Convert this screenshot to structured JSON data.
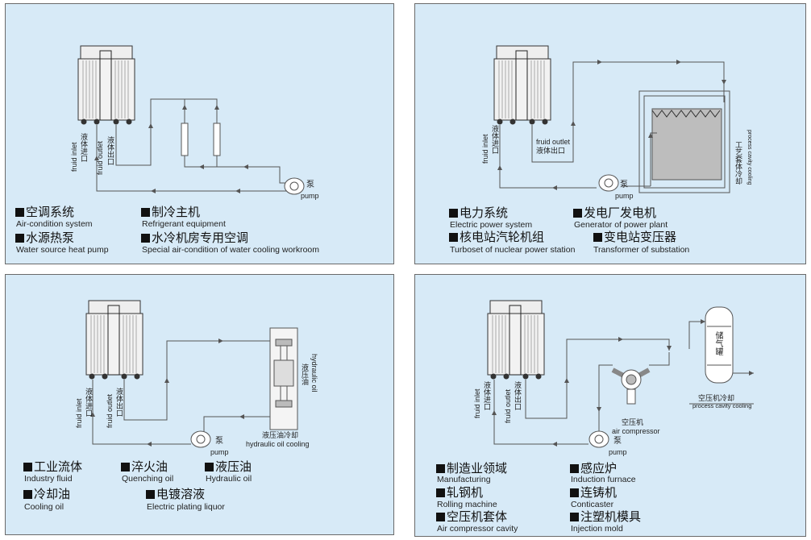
{
  "panels": [
    {
      "labels": [
        {
          "zh": "空调系统",
          "en": "Air-condition system"
        },
        {
          "zh": "制冷主机",
          "en": "Refrigerant equipment"
        },
        {
          "zh": "水源热泵",
          "en": "Water source heat pump"
        },
        {
          "zh": "水冷机房专用空调",
          "en": "Special air-condition of water cooling workroom"
        }
      ],
      "annotations": {
        "inlet_en": "fruid inlet",
        "inlet_zh": "液体进口",
        "outlet_en": "fruid outlet",
        "outlet_zh": "液体出口",
        "pump_zh": "泵",
        "pump_en": "pump"
      }
    },
    {
      "labels": [
        {
          "zh": "电力系统",
          "en": "Electric power system"
        },
        {
          "zh": "发电厂发电机",
          "en": "Generator of power plant"
        },
        {
          "zh": "核电站汽轮机组",
          "en": "Turboset of nuclear power station"
        },
        {
          "zh": "变电站变压器",
          "en": "Transformer of substation"
        }
      ],
      "annotations": {
        "inlet_en": "fruid inlet",
        "inlet_zh": "液体进口",
        "outlet_en": "fruid outlet",
        "outlet_zh": "液体出口",
        "pump_zh": "泵",
        "pump_en": "pump",
        "process_zh": "工艺套体冷却",
        "process_en": "process cavity cooling"
      }
    },
    {
      "labels": [
        {
          "zh": "工业流体",
          "en": "Industry fluid"
        },
        {
          "zh": "淬火油",
          "en": "Quenching oil"
        },
        {
          "zh": "液压油",
          "en": "Hydraulic oil"
        },
        {
          "zh": "冷却油",
          "en": "Cooling oil"
        },
        {
          "zh": "电镀溶液",
          "en": "Electric plating  liquor"
        }
      ],
      "annotations": {
        "inlet_en": "fruid inlet",
        "inlet_zh": "液体进口",
        "outlet_en": "fruid outlet",
        "outlet_zh": "液体出口",
        "pump_zh": "泵",
        "pump_en": "pump",
        "hyd_zh": "液压油",
        "hyd_en": "hydraulic oil",
        "hydcool_zh": "液压油冷却",
        "hydcool_en": "hydraulic oil cooling"
      }
    },
    {
      "labels": [
        {
          "zh": "制造业领域",
          "en": "Manufacturing"
        },
        {
          "zh": "感应炉",
          "en": "Induction furnace"
        },
        {
          "zh": "轧钢机",
          "en": "Rolling machine"
        },
        {
          "zh": "连铸机",
          "en": "Conticaster"
        },
        {
          "zh": "空压机套体",
          "en": "Air compressor cavity"
        },
        {
          "zh": "注塑机模具",
          "en": "Injection mold"
        }
      ],
      "annotations": {
        "inlet_en": "fruid inlet",
        "inlet_zh": "液体进口",
        "outlet_en": "fruid outlet",
        "outlet_zh": "液体出口",
        "pump_zh": "泵",
        "pump_en": "pump",
        "tank_zh": "储气罐",
        "comp_zh": "空压机",
        "comp_en": "air compressor",
        "compcool_zh": "空压机冷却",
        "compcool_en": "process cavity cooling"
      }
    }
  ]
}
